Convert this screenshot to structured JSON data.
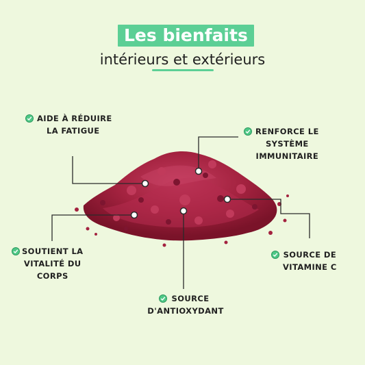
{
  "header": {
    "title": "Les bienfaits",
    "subtitle": "intérieurs et extérieurs"
  },
  "colors": {
    "background": "#eef8de",
    "accent": "#5ccf95",
    "text": "#1f1f1f",
    "powder": "#a0213f"
  },
  "benefits": [
    {
      "id": "fatigue",
      "lines": [
        "AIDE À RÉDUIRE",
        "LA FATIGUE"
      ],
      "icon": "check-circle-icon"
    },
    {
      "id": "immune",
      "lines": [
        "RENFORCE LE",
        "SYSTÈME",
        "IMMUNITAIRE"
      ],
      "icon": "check-circle-icon"
    },
    {
      "id": "vitality",
      "lines": [
        "SOUTIENT LA",
        "VITALITÉ DU",
        "CORPS"
      ],
      "icon": "check-circle-icon"
    },
    {
      "id": "vitamin",
      "lines": [
        "SOURCE DE",
        "VITAMINE C"
      ],
      "icon": "check-circle-icon"
    },
    {
      "id": "antioxidant",
      "lines": [
        "SOURCE",
        "D'ANTIOXYDANT"
      ],
      "icon": "check-circle-icon"
    }
  ],
  "image": {
    "subject": "red-beetroot-powder-pile"
  }
}
